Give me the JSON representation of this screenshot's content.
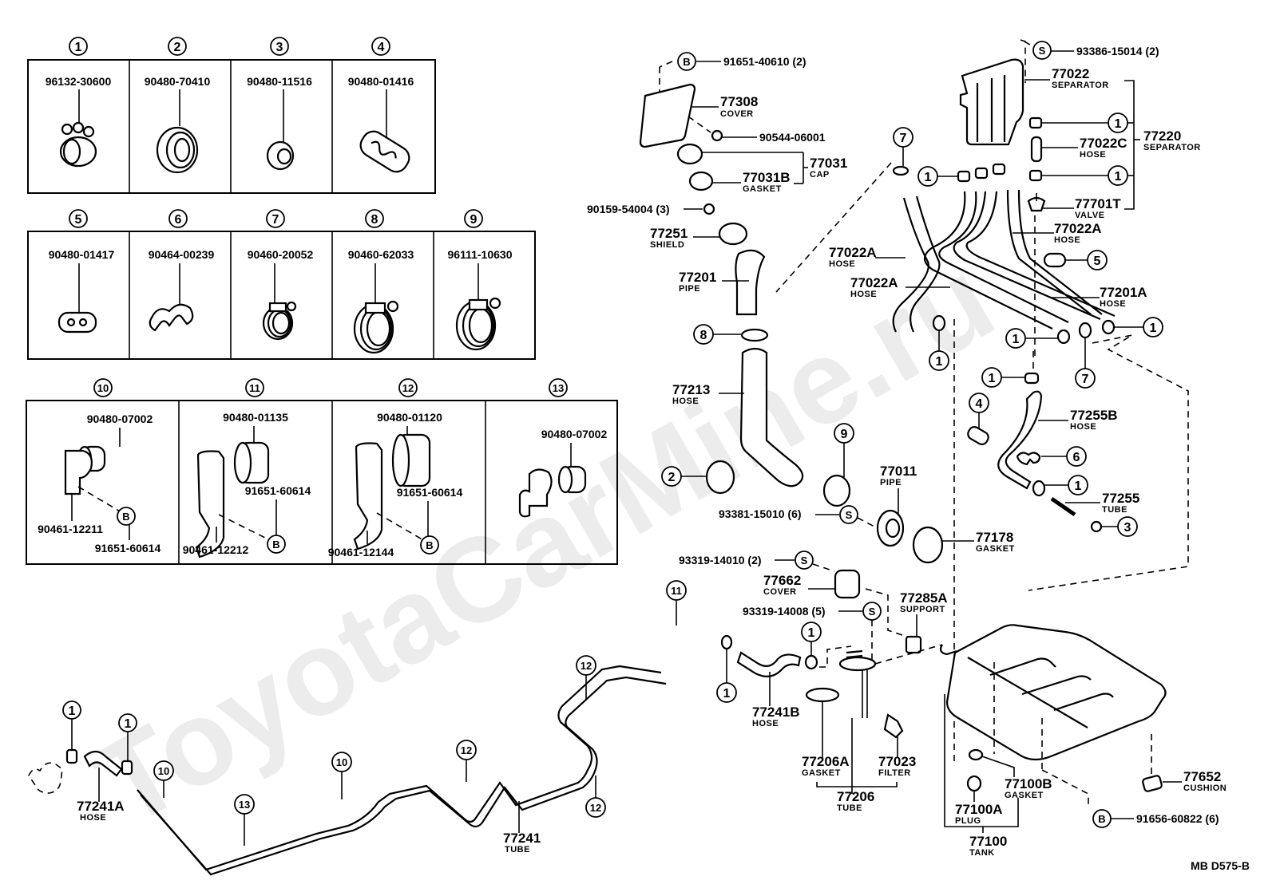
{
  "watermark": "ToyotaCarMine.ru",
  "drawing_code": "MB  D575-B",
  "legend": {
    "row1": [
      {
        "ref": "1",
        "part": "96132-30600",
        "icon": "hose-clip-icon"
      },
      {
        "ref": "2",
        "part": "90480-70410",
        "icon": "grommet-icon"
      },
      {
        "ref": "3",
        "part": "90480-11516",
        "icon": "plug-icon"
      },
      {
        "ref": "4",
        "part": "90480-01416",
        "icon": "clamp-grommet-icon"
      }
    ],
    "row2": [
      {
        "ref": "5",
        "part": "90480-01417",
        "icon": "twin-grommet-icon"
      },
      {
        "ref": "6",
        "part": "90464-00239",
        "icon": "double-clip-icon"
      },
      {
        "ref": "7",
        "part": "90460-20052",
        "icon": "small-hose-clamp-icon"
      },
      {
        "ref": "8",
        "part": "90460-62033",
        "icon": "hose-clamp-icon"
      },
      {
        "ref": "9",
        "part": "96111-10630",
        "icon": "hose-clamp-icon"
      }
    ],
    "row3": [
      {
        "ref": "10",
        "part_top": "90480-07002",
        "part_bracket": "90461-12211",
        "part_bolt": "91651-60614",
        "bolt_ref": "B"
      },
      {
        "ref": "11",
        "part_top": "90480-01135",
        "part_bracket": "90461-12212",
        "part_bolt": "91651-60614",
        "bolt_ref": "B"
      },
      {
        "ref": "12",
        "part_top": "90480-01120",
        "part_bracket": "90461-12144",
        "part_bolt": "91651-60614",
        "bolt_ref": "B"
      },
      {
        "ref": "13",
        "part_top": "90480-07002"
      }
    ]
  },
  "callouts": {
    "b_91651_40610": "91651-40610 (2)",
    "cover_77308": {
      "num": "77308",
      "name": "COVER"
    },
    "screw_90544": "90544-06001",
    "cap_77031": {
      "num": "77031",
      "name": "CAP"
    },
    "gasket_77031b": {
      "num": "77031B",
      "name": "GASKET"
    },
    "bolt_90159": "90159-54004 (3)",
    "shield_77251": {
      "num": "77251",
      "name": "SHIELD"
    },
    "pipe_77201": {
      "num": "77201",
      "name": "PIPE"
    },
    "hose_77213": {
      "num": "77213",
      "name": "HOSE"
    },
    "s_93386": "93386-15014 (2)",
    "sep_77022": {
      "num": "77022",
      "name": "SEPARATOR"
    },
    "hose_77022c": {
      "num": "77022C",
      "name": "HOSE"
    },
    "sep_77220": {
      "num": "77220",
      "name": "SEPARATOR"
    },
    "valve_77701t": {
      "num": "77701T",
      "name": "VALVE"
    },
    "hose_77022a_1": {
      "num": "77022A",
      "name": "HOSE"
    },
    "hose_77022a_2": {
      "num": "77022A",
      "name": "HOSE"
    },
    "hose_77022a_3": {
      "num": "77022A",
      "name": "HOSE"
    },
    "hose_77201a": {
      "num": "77201A",
      "name": "HOSE"
    },
    "hose_77255b": {
      "num": "77255B",
      "name": "HOSE"
    },
    "tube_77255": {
      "num": "77255",
      "name": "TUBE"
    },
    "pipe_77011": {
      "num": "77011",
      "name": "PIPE"
    },
    "s_93381": "93381-15010 (6)",
    "gasket_77178": {
      "num": "77178",
      "name": "GASKET"
    },
    "s_93319_14010": "93319-14010 (2)",
    "cover_77662": {
      "num": "77662",
      "name": "COVER"
    },
    "support_77285a": {
      "num": "77285A",
      "name": "SUPPORT"
    },
    "s_93319_14008": "93319-14008 (5)",
    "hose_77241b": {
      "num": "77241B",
      "name": "HOSE"
    },
    "gasket_77206a": {
      "num": "77206A",
      "name": "GASKET"
    },
    "filter_77023": {
      "num": "77023",
      "name": "FILTER"
    },
    "tube_77206": {
      "num": "77206",
      "name": "TUBE"
    },
    "gasket_77100b": {
      "num": "77100B",
      "name": "GASKET"
    },
    "plug_77100a": {
      "num": "77100A",
      "name": "PLUG"
    },
    "tank_77100": {
      "num": "77100",
      "name": "TANK"
    },
    "cushion_77652": {
      "num": "77652",
      "name": "CUSHION"
    },
    "b_91656": "91656-60822 (6)",
    "hose_77241a": {
      "num": "77241A",
      "name": "HOSE"
    },
    "tube_77241": {
      "num": "77241",
      "name": "TUBE"
    }
  },
  "ref_letters": {
    "bolt": "B",
    "screw": "S"
  },
  "refs": {
    "r1": "1",
    "r2": "2",
    "r3": "3",
    "r4": "4",
    "r5": "5",
    "r6": "6",
    "r7": "7",
    "r8": "8",
    "r9": "9",
    "r10": "10",
    "r11": "11",
    "r12": "12",
    "r13": "13"
  }
}
